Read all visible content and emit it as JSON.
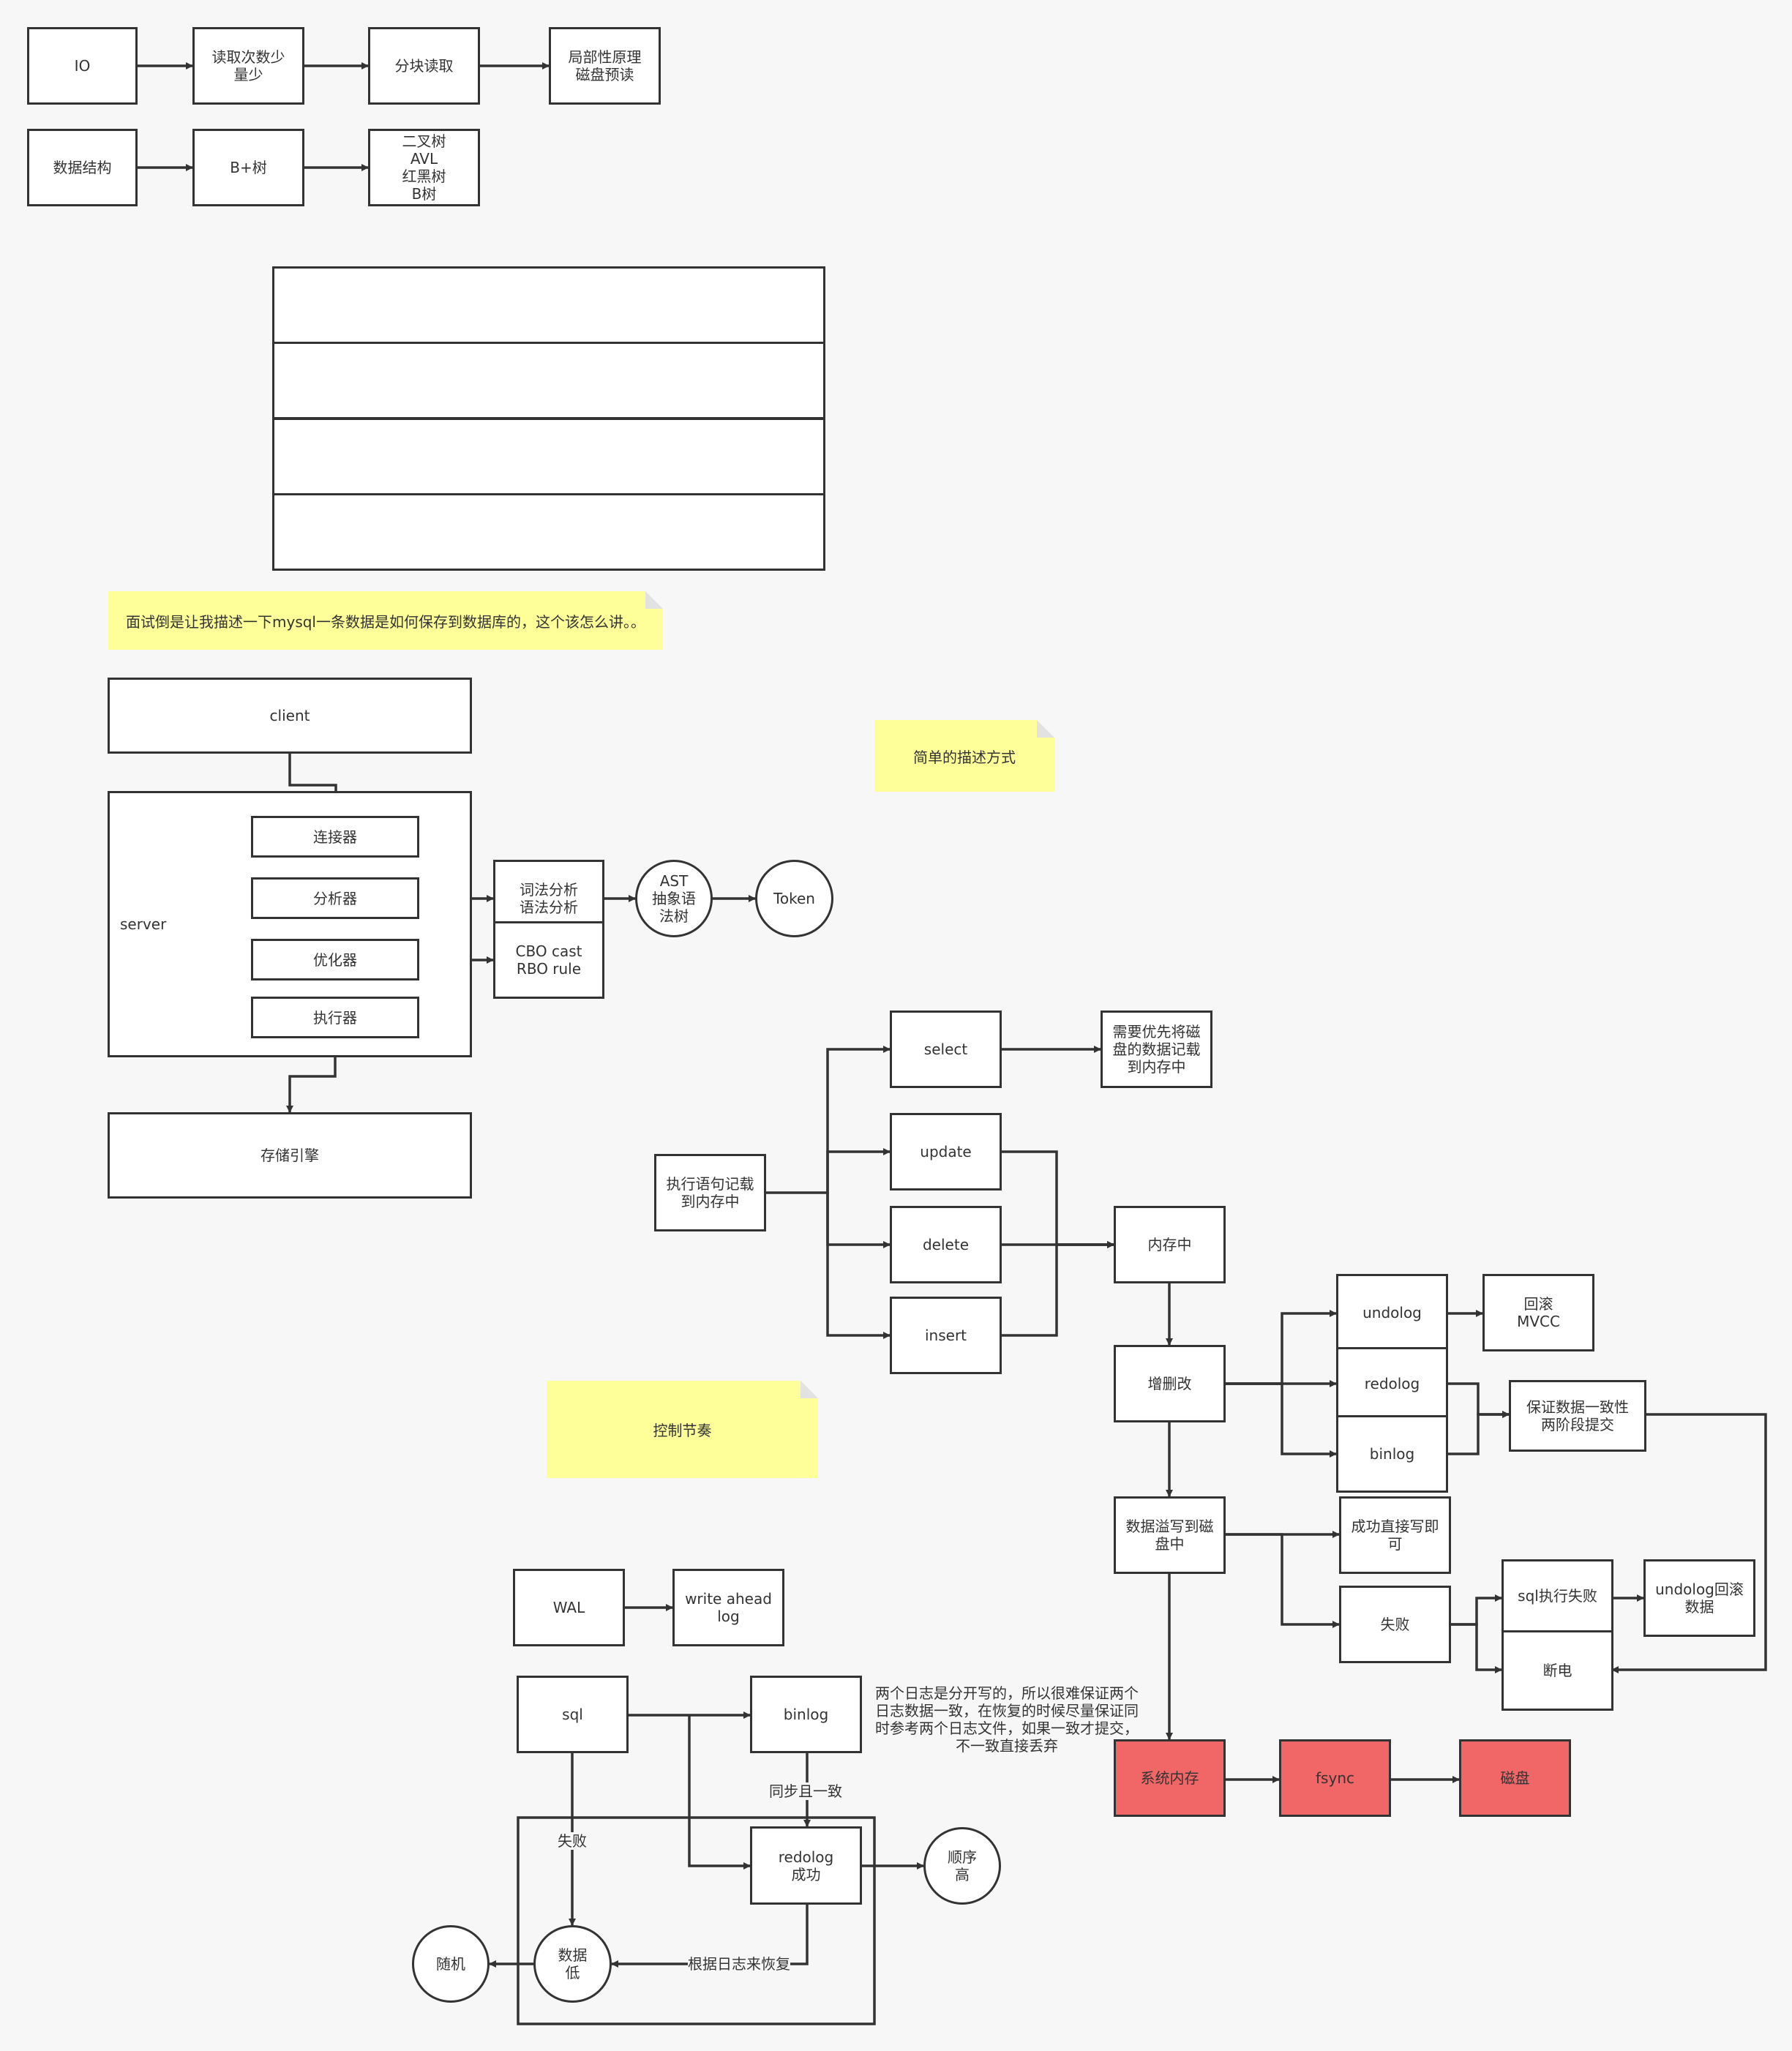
{
  "nodes": {
    "io": "IO",
    "read_less": "读取次数少\n量少",
    "chunk_read": "分块读取",
    "locality": "局部性原理\n磁盘预读",
    "data_struct": "数据结构",
    "bplus": "B+树",
    "trees": "二叉树\nAVL\n红黑树\nB树",
    "client": "client",
    "server": "server",
    "connector": "连接器",
    "analyzer": "分析器",
    "optimizer": "优化器",
    "executor": "执行器",
    "storage_engine": "存储引擎",
    "lex_parse": "词法分析\n语法分析",
    "ast": "AST\n抽象语\n法树",
    "token": "Token",
    "cbo_rbo": "CBO cast\nRBO  rule",
    "exec_to_mem": "执行语句记载\n到内存中",
    "select": "select",
    "update": "update",
    "delete": "delete",
    "insert": "insert",
    "need_load": "需要优先将磁\n盘的数据记载\n到内存中",
    "in_memory": "内存中",
    "crud": "增删改",
    "undolog": "undolog",
    "redolog": "redolog",
    "binlog_r": "binlog",
    "rollback_mvcc": "回滚\nMVCC",
    "consistency": "保证数据一致性\n两阶段提交",
    "overflow_disk": "数据溢写到磁\n盘中",
    "success_write": "成功直接写即\n可",
    "fail": "失败",
    "sql_fail": "sql执行失败",
    "power_off": "断电",
    "undolog_rollback": "undolog回滚\n数据",
    "sys_mem": "系统内存",
    "fsync": "fsync",
    "disk": "磁盘",
    "wal": "WAL",
    "write_ahead_log": "write ahead\nlog",
    "sql": "sql",
    "binlog_b": "binlog",
    "redolog_success": "redolog\n成功",
    "sequential_high": "顺序\n高",
    "data_low": "数据\n低",
    "random": "随机"
  },
  "notes": {
    "interview": "面试倒是让我描述一下mysql一条数据是如何保存到数据库的，这个该怎么讲。。",
    "simple": "简单的描述方式",
    "control": "控制节奏"
  },
  "labels": {
    "sync_consistent": "同步且一致",
    "fail_label": "失败",
    "recover_by_log": "根据日志来恢复",
    "two_logs_note": "两个日志是分开写的，所以很难保证两个\n日志数据一致，在恢复的时候尽量保证同\n时参考两个日志文件，如果一致才提交，\n不一致直接丢弃"
  },
  "colors": {
    "stroke": "#333333",
    "note_fill": "#ffff9a",
    "highlight_fill": "#f16667"
  }
}
